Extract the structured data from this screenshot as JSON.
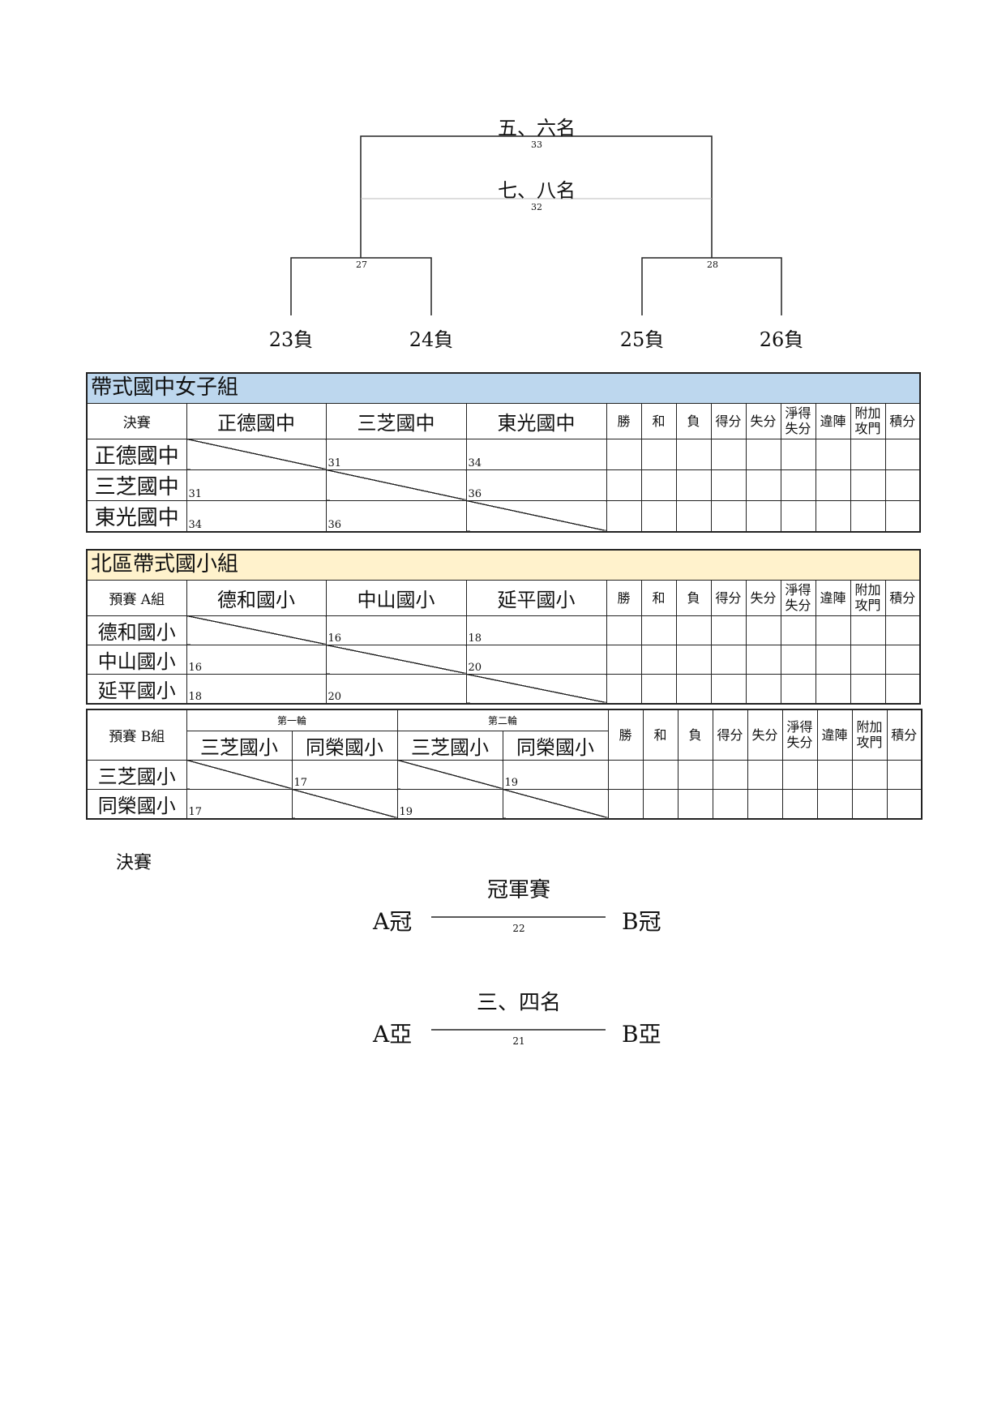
{
  "bracket": {
    "fifth_sixth": "五、六名",
    "fifth_sixth_num": "33",
    "seventh_eighth": "七、八名",
    "seventh_eighth_num": "32",
    "left_num": "27",
    "right_num": "28",
    "teams": [
      "23負",
      "24負",
      "25負",
      "26負"
    ]
  },
  "stat_headers": [
    "勝",
    "和",
    "負",
    "得分",
    "失分",
    "淨得\n失分",
    "違陣",
    "附加\n攻門",
    "積分"
  ],
  "table1": {
    "title": "帶式國中女子組",
    "label": "決賽",
    "teams": [
      "正德國中",
      "三芝國中",
      "東光國中"
    ],
    "matches": [
      [
        "",
        "31",
        "34"
      ],
      [
        "31",
        "",
        "36"
      ],
      [
        "34",
        "36",
        ""
      ]
    ]
  },
  "table2": {
    "title": "北區帶式國小組",
    "label": "預賽 A組",
    "teams": [
      "德和國小",
      "中山國小",
      "延平國小"
    ],
    "matches": [
      [
        "",
        "16",
        "18"
      ],
      [
        "16",
        "",
        "20"
      ],
      [
        "18",
        "20",
        ""
      ]
    ]
  },
  "table3": {
    "label": "預賽 B組",
    "rounds": [
      "第一輪",
      "第二輪"
    ],
    "teams": [
      "三芝國小",
      "同榮國小"
    ],
    "matches": [
      [
        "",
        "17",
        "",
        "19"
      ],
      [
        "17",
        "",
        "19",
        ""
      ]
    ]
  },
  "finals": {
    "heading": "決賽",
    "championship": {
      "title": "冠軍賽",
      "left": "A冠",
      "right": "B冠",
      "num": "22"
    },
    "third_fourth": {
      "title": "三、四名",
      "left": "A亞",
      "right": "B亞",
      "num": "21"
    }
  }
}
